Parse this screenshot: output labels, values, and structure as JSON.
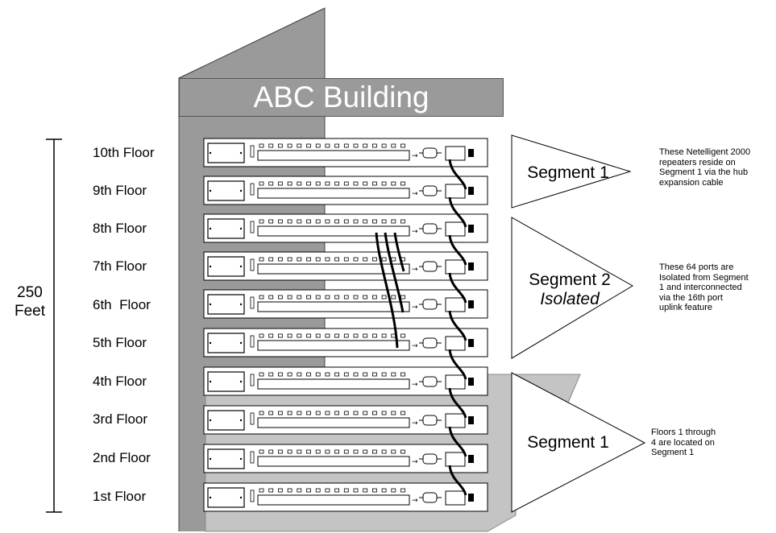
{
  "title": "ABC Building",
  "height_label": [
    "250",
    "Feet"
  ],
  "floors": [
    "10th Floor",
    "9th Floor",
    "8th Floor",
    "7th Floor",
    "6th  Floor",
    "5th Floor",
    "4th Floor",
    "3rd Floor",
    "2nd Floor",
    "1st Floor"
  ],
  "segments": [
    {
      "label_lines": [
        "Segment 1"
      ],
      "italic_line": ""
    },
    {
      "label_lines": [
        "Segment 2"
      ],
      "italic_line": "Isolated"
    },
    {
      "label_lines": [
        "Segment 1"
      ],
      "italic_line": ""
    }
  ],
  "notes": [
    [
      "These Netelligent 2000",
      "repeaters reside on",
      "Segment 1 via the hub",
      "expansion cable"
    ],
    [
      "These 64 ports are",
      "Isolated from Segment",
      "1 and interconnected",
      "via the 16th port",
      "uplink feature"
    ],
    [
      "Floors 1 through",
      "4 are located on",
      "Segment 1"
    ]
  ],
  "colors": {
    "building": "#9a9a9a",
    "building_side": "#c4c4c4",
    "cable": "#000000"
  }
}
